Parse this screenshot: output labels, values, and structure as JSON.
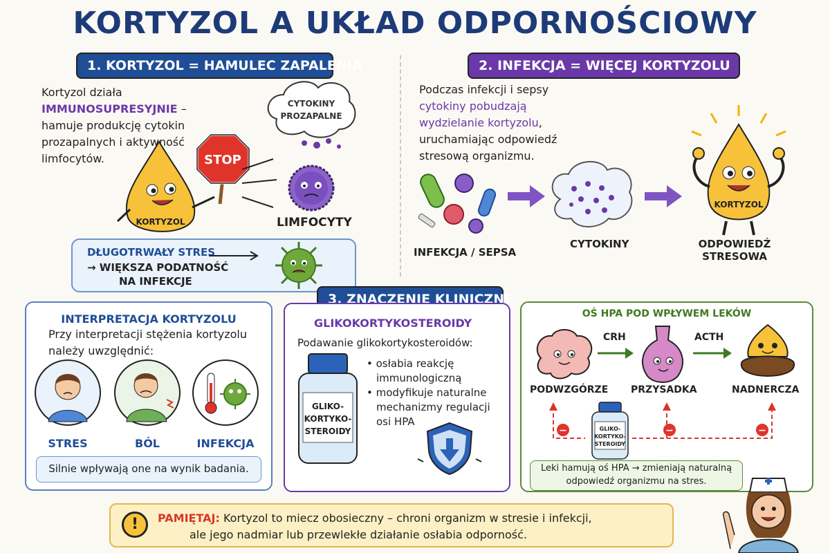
{
  "title": "KORTYZOL A UKŁAD ODPORNOŚCIOWY",
  "section1": {
    "header": "1. KORTYZOL = HAMULEC ZAPALENIA",
    "text_line1": "Kortyzol działa",
    "text_highlight": "IMMUNOSUPRESYJNIE",
    "text_line2": "–",
    "text_line3": "hamuje produkcję cytokin",
    "text_line4": "prozapalnych i aktywność",
    "text_line5": "limfocytów.",
    "stop_sign": "STOP",
    "mascot_label": "KORTYZOL",
    "cloud_label_1": "CYTOKINY",
    "cloud_label_2": "PROZAPALNE",
    "lymph_label": "LIMFOCYTY",
    "stress_title": "DŁUGOTRWAŁY STRES",
    "stress_line1": "→ WIĘKSZA PODATNOŚĆ",
    "stress_line2": "NA INFEKCJE"
  },
  "section2": {
    "header": "2. INFEKCJA = WIĘCEJ KORTYZOLU",
    "text_line1": "Podczas infekcji i sepsy",
    "text_hl1": "cytokiny pobudzają",
    "text_hl2": "wydzielanie kortyzolu",
    "text_hl2_suffix": ",",
    "text_line3": "uruchamiając odpowiedź",
    "text_line4": "stresową organizmu.",
    "label_infection": "INFEKCJA / SEPSA",
    "label_cytokines": "CYTOKINY",
    "label_response_1": "ODPOWIEDŹ",
    "label_response_2": "STRESOWA",
    "mascot_label": "KORTYZOL"
  },
  "section3": {
    "header": "3. ZNACZENIE KLINICZNE",
    "interp": {
      "title": "INTERPRETACJA KORTYZOLU",
      "line1": "Przy interpretacji stężenia kortyzolu",
      "line2": "należy uwzględnić:",
      "items": [
        "STRES",
        "BÓL",
        "INFEKCJA"
      ],
      "footer": "Silnie wpływają one na wynik badania."
    },
    "gluco": {
      "title": "GLIKOKORTYKOSTEROIDY",
      "intro": "Podawanie glikokortykosteroidów:",
      "bullet1_l1": "osłabia reakcję",
      "bullet1_l2": "immunologiczną",
      "bullet2_l1": "modyfikuje naturalne",
      "bullet2_l2": "mechanizmy regulacji",
      "bullet2_l3": "osi HPA",
      "bottle_l1": "GLIKO-",
      "bottle_l2": "KORTYKO-",
      "bottle_l3": "STEROIDY"
    },
    "hpa": {
      "title": "OŚ HPA POD WPŁYWEM LEKÓW",
      "crh": "CRH",
      "acth": "ACTH",
      "organs": [
        "PODWZGÓRZE",
        "PRZYSADKA",
        "NADNERCZA"
      ],
      "bottle_l1": "GLIKO-",
      "bottle_l2": "KORTYKO-",
      "bottle_l3": "STEROIDY",
      "minus": "−",
      "footer_l1": "Leki hamują oś HPA → zmieniają naturalną",
      "footer_l2": "odpowiedź organizmu na stres."
    }
  },
  "remember": {
    "icon": "!",
    "label": "PAMIĘTAJ:",
    "line1": "Kortyzol to miecz obosieczny – chroni organizm w stresie i infekcji,",
    "line2": "ale jego nadmiar lub przewlekłe działanie osłabia odporność."
  },
  "colors": {
    "navy": "#1d3b78",
    "blue_header": "#1f4e96",
    "purple_header": "#6a38a8",
    "green_border": "#5a8a3a",
    "red_dashed": "#d9362b",
    "yellow_box": "#fdf0c4"
  }
}
